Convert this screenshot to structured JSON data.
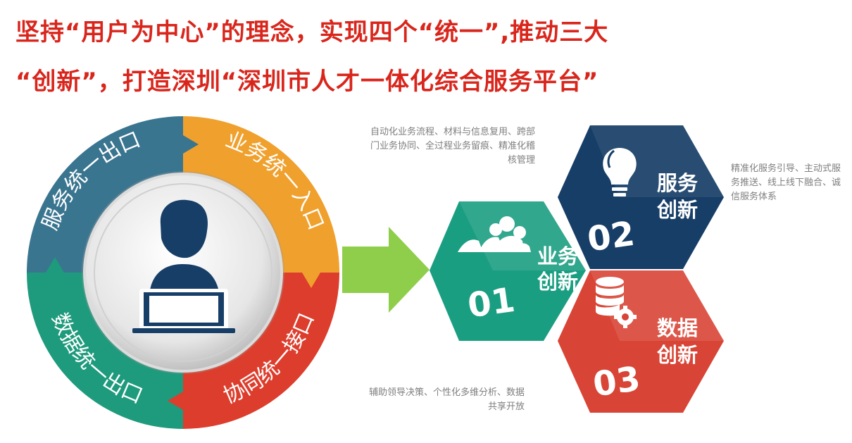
{
  "header": {
    "line1": "坚持“用户为中心”的理念，实现四个“统一”,推动三大",
    "line2": "“创新”，打造深圳“深圳市人才一体化综合服务平台”"
  },
  "ring": {
    "segments": [
      {
        "label": "服务统一出口",
        "color": "#3a7590"
      },
      {
        "label": "业务统一入口",
        "color": "#f0a02c"
      },
      {
        "label": "协同统一接口",
        "color": "#dd3d2c"
      },
      {
        "label": "数据统一出口",
        "color": "#1e9a7c"
      }
    ],
    "center_icon": "user-laptop-icon"
  },
  "arrow_color": "#8fce4a",
  "hexes": [
    {
      "number": "01",
      "title_line1": "业务",
      "title_line2": "创新",
      "color": "#1a9e81",
      "icon": "people-icon"
    },
    {
      "number": "02",
      "title_line1": "服务",
      "title_line2": "创新",
      "color": "#173e67",
      "icon": "lightbulb-icon"
    },
    {
      "number": "03",
      "title_line1": "数据",
      "title_line2": "创新",
      "color": "#d84435",
      "icon": "database-gear-icon"
    }
  ],
  "notes": {
    "business": "自动化业务流程、材料与信息复用、跨部门业务协同、全过程业务留痕、精准化稽核管理",
    "service": "精准化服务引导、主动式服务推送、线上线下融合、诚信服务体系",
    "data": "辅助领导决策、个性化多维分析、数据共享开放"
  }
}
